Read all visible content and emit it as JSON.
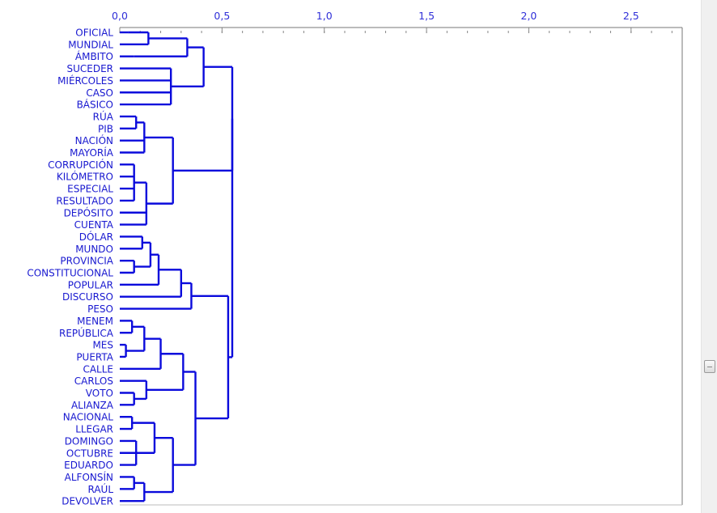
{
  "colors": {
    "tree": "#0a0adc",
    "tick_label": "#2f2fd8",
    "leaf_label": "#1818d0",
    "frame": "#777777"
  },
  "chart_data": {
    "type": "dendrogram",
    "orientation": "horizontal",
    "xlim": [
      0,
      2.75
    ],
    "xticks": [
      0,
      0.5,
      1.0,
      1.5,
      2.0,
      2.5
    ],
    "xtick_labels": [
      "0,0",
      "0,5",
      "1,0",
      "1,5",
      "2,0",
      "2,5"
    ],
    "minor_tick_step": 0.1,
    "leaves": [
      "OFICIAL",
      "MUNDIAL",
      "ÁMBITO",
      "SUCEDER",
      "MIÉRCOLES",
      "CASO",
      "BÁSICO",
      "RÚA",
      "PIB",
      "NACIÓN",
      "MAYORÍA",
      "CORRUPCIÓN",
      "KILÓMETRO",
      "ESPECIAL",
      "RESULTADO",
      "DEPÓSITO",
      "CUENTA",
      "DÓLAR",
      "MUNDO",
      "PROVINCIA",
      "CONSTITUCIONAL",
      "POPULAR",
      "DISCURSO",
      "PESO",
      "MENEM",
      "REPÚBLICA",
      "MES",
      "PUERTA",
      "CALLE",
      "CARLOS",
      "VOTO",
      "ALIANZA",
      "NACIONAL",
      "LLEGAR",
      "DOMINGO",
      "OCTUBRE",
      "EDUARDO",
      "ALFONSÍN",
      "RAÚL",
      "DEVOLVER"
    ],
    "merges": [
      {
        "children": [
          "L0"
        ],
        "height": 0.04
      },
      {
        "children": [
          "N0",
          "L1"
        ],
        "height": 0.14
      },
      {
        "children": [
          "L2"
        ],
        "height": 0.07
      },
      {
        "children": [
          "N1",
          "N2"
        ],
        "height": 0.33
      },
      {
        "children": [
          "L3",
          "L4",
          "L5",
          "L6"
        ],
        "height": 0.25
      },
      {
        "children": [
          "N3",
          "N4"
        ],
        "height": 0.41
      },
      {
        "children": [
          "L7",
          "L8"
        ],
        "height": 0.08
      },
      {
        "children": [
          "N6",
          "L9",
          "L10"
        ],
        "height": 0.12
      },
      {
        "children": [
          "L11",
          "L12",
          "L13",
          "L14"
        ],
        "height": 0.07
      },
      {
        "children": [
          "N8",
          "L15",
          "L16"
        ],
        "height": 0.13
      },
      {
        "children": [
          "N7",
          "N9"
        ],
        "height": 0.26
      },
      {
        "children": [
          "N5",
          "N10"
        ],
        "height": 0.55
      },
      {
        "children": [
          "L17",
          "L18"
        ],
        "height": 0.11
      },
      {
        "children": [
          "L19",
          "L20"
        ],
        "height": 0.07
      },
      {
        "children": [
          "N12",
          "N13"
        ],
        "height": 0.15
      },
      {
        "children": [
          "N14",
          "L21"
        ],
        "height": 0.19
      },
      {
        "children": [
          "N15",
          "L22"
        ],
        "height": 0.3
      },
      {
        "children": [
          "N16",
          "L23"
        ],
        "height": 0.35
      },
      {
        "children": [
          "L24",
          "L25"
        ],
        "height": 0.06
      },
      {
        "children": [
          "L26",
          "L27"
        ],
        "height": 0.03
      },
      {
        "children": [
          "N18",
          "N19"
        ],
        "height": 0.12
      },
      {
        "children": [
          "N20",
          "L28"
        ],
        "height": 0.2
      },
      {
        "children": [
          "L30",
          "L31"
        ],
        "height": 0.07
      },
      {
        "children": [
          "L29",
          "N22"
        ],
        "height": 0.13
      },
      {
        "children": [
          "N21",
          "N23"
        ],
        "height": 0.31
      },
      {
        "children": [
          "L32",
          "L33"
        ],
        "height": 0.06
      },
      {
        "children": [
          "L34",
          "L35",
          "L36"
        ],
        "height": 0.08
      },
      {
        "children": [
          "N25",
          "N26"
        ],
        "height": 0.17
      },
      {
        "children": [
          "L37",
          "L38"
        ],
        "height": 0.07
      },
      {
        "children": [
          "N28",
          "L39"
        ],
        "height": 0.12
      },
      {
        "children": [
          "N27",
          "N29"
        ],
        "height": 0.26
      },
      {
        "children": [
          "N24",
          "N30"
        ],
        "height": 0.37
      },
      {
        "children": [
          "N17",
          "N31"
        ],
        "height": 0.53
      },
      {
        "children": [
          "N11",
          "N32"
        ],
        "height": 0.55
      }
    ]
  }
}
